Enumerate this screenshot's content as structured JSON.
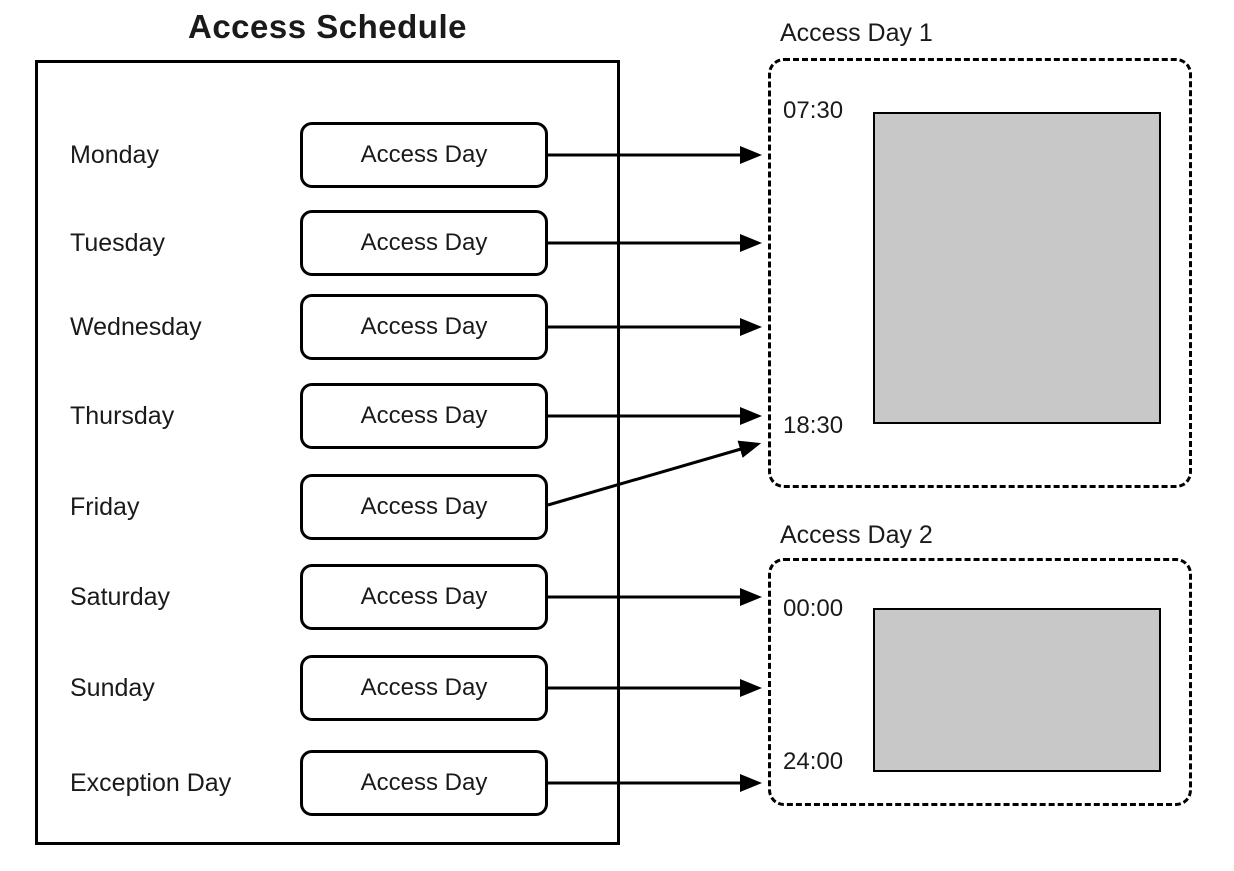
{
  "title": "Access Schedule",
  "schedule": {
    "rows": [
      {
        "day": "Monday",
        "box": "Access Day"
      },
      {
        "day": "Tuesday",
        "box": "Access Day"
      },
      {
        "day": "Wednesday",
        "box": "Access Day"
      },
      {
        "day": "Thursday",
        "box": "Access Day"
      },
      {
        "day": "Friday",
        "box": "Access Day"
      },
      {
        "day": "Saturday",
        "box": "Access Day"
      },
      {
        "day": "Sunday",
        "box": "Access Day"
      },
      {
        "day": "Exception Day",
        "box": "Access Day"
      }
    ]
  },
  "panels": [
    {
      "title": "Access Day 1",
      "start_time": "07:30",
      "end_time": "18:30"
    },
    {
      "title": "Access Day 2",
      "start_time": "00:00",
      "end_time": "24:00"
    }
  ],
  "colors": {
    "line": "#000000",
    "interval_fill": "#c8c8c8",
    "background": "#ffffff"
  }
}
